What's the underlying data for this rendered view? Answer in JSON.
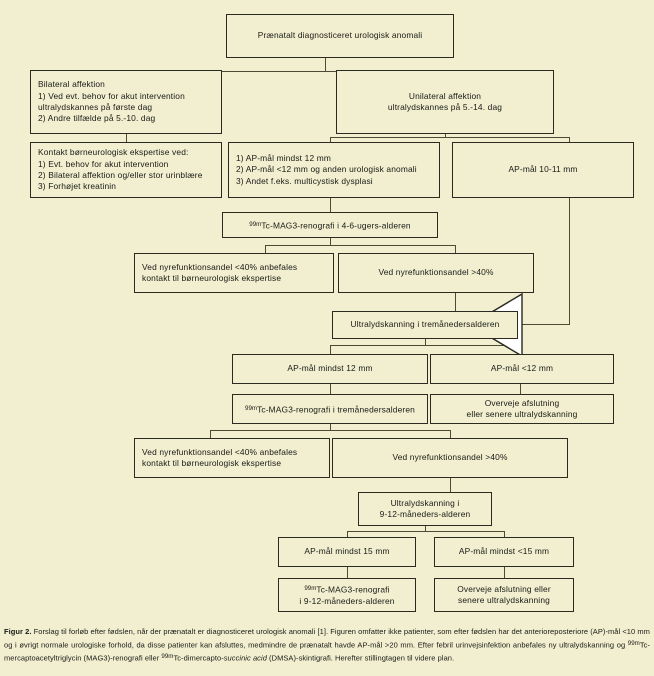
{
  "figure": {
    "background_color": "#f1efcf",
    "box_border_color": "#2a2a20",
    "connector_color": "#4a4a35",
    "arrow_fill_color": "#ffffff"
  },
  "nodes": {
    "root": "Prænatalt diagnosticeret urologisk anomali",
    "bilateral": "Bilateral affektion\n1) Ved evt. behov for akut intervention\n     ultralydskannes på første dag\n2) Andre tilfælde på 5.-10. dag",
    "unilateral": "Unilateral affektion\nultralydskannes på 5.-14. dag",
    "kontakt_boerneurologi": "Kontakt børneurologisk ekspertise ved:\n1) Evt. behov for akut intervention\n2) Bilateral affektion og/eller stor urinblære\n3) Forhøjet kreatinin",
    "indikationer": "1) AP-mål mindst 12 mm\n2) AP-mål <12 mm og anden urologisk anomali\n3) Andet f.eks. multicystisk dysplasi",
    "ap_10_11": "AP-mål 10-11 mm",
    "mag3_4_6_uger_pre": "99m",
    "mag3_4_6_uger": "Tc-MAG3-renografi i 4-6-ugers-alderen",
    "nyrefunktion_under40_a": "Ved nyrefunktionsandel <40% anbefales\nkontakt til børneurologisk ekspertise",
    "nyrefunktion_over40_a": "Ved nyrefunktionsandel >40%",
    "us_tremaaneder": "Ultralydskanning i tremånedersalderen",
    "ap_mindst_12": "AP-mål mindst 12 mm",
    "ap_under_12": "AP-mål <12 mm",
    "mag3_tremaaneder_pre": "99m",
    "mag3_tremaaneder": "Tc-MAG3-renografi i tremånedersalderen",
    "overvej_afslutning_a": "Overveje afslutning\neller senere ultralydskanning",
    "nyrefunktion_under40_b": "Ved nyrefunktionsandel <40% anbefales\nkontakt til børneurologisk ekspertise",
    "nyrefunktion_over40_b": "Ved nyrefunktionsandel >40%",
    "us_9_12": "Ultralydskanning i\n9-12-måneders-alderen",
    "ap_mindst_15": "AP-mål mindst 15 mm",
    "ap_mindst_under_15": "AP-mål mindst <15 mm",
    "mag3_9_12_pre": "99m",
    "mag3_9_12": "Tc-MAG3-renografi\ni 9-12-måneders-alderen",
    "overvej_afslutning_b": "Overveje afslutning eller\nsenere ultralydskanning"
  },
  "caption": {
    "label": "Figur 2.",
    "part1": " Forslag til forløb efter fødslen, når der prænatalt er diagnosticeret urologisk anomali [1]. Figuren omfatter ikke patienter, som efter fødslen har det anterioreposteriore (AP)-mål <10 mm og i øvrigt normale urologiske forhold, da disse patienter kan afsluttes, medmindre de prænatalt havde AP-mål >20 mm. Efter febril urinvejsinfektion anbefales ny ultralydskanning og ",
    "sup1": "99m",
    "part2": "Tc-mercaptoacetyltriglycin (MAG3)-renografi eller ",
    "sup2": "99m",
    "part3": "Tc-dimercapto-",
    "italic1": "succinic acid",
    "part4": " (DMSA)-skintigrafi. Herefter stillingtagen til videre plan."
  }
}
